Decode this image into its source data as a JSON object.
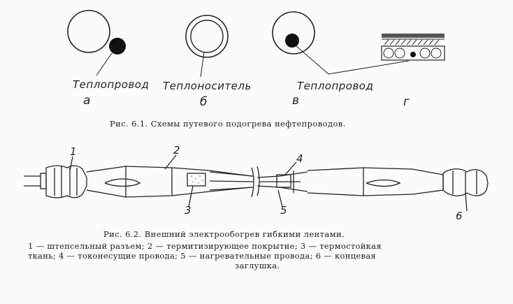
{
  "fig61": {
    "labels": {
      "a": "Теплопровод",
      "b": "Теплоноситель",
      "c": "Теплопровод"
    },
    "sub": {
      "a": "а",
      "b": "б",
      "c": "в",
      "d": "г"
    },
    "caption": "Рис. 6.1. Схемы путевого подогрева нефтепроводов."
  },
  "fig62": {
    "nums": {
      "n1": "1",
      "n2": "2",
      "n3": "3",
      "n4": "4",
      "n5": "5",
      "n6": "6"
    },
    "caption": "Рис. 6.2. Внешний электрообогрев гибкими лентами.",
    "legend": {
      "line1": "1 — штепсельный разъем;  2 — термитизирующее покрытие;  3 — термостойкая",
      "line2": "ткань; 4 — токонесущие провода; 5 — нагревательные провода; 6 — концевая",
      "line3": "заглушка."
    }
  }
}
